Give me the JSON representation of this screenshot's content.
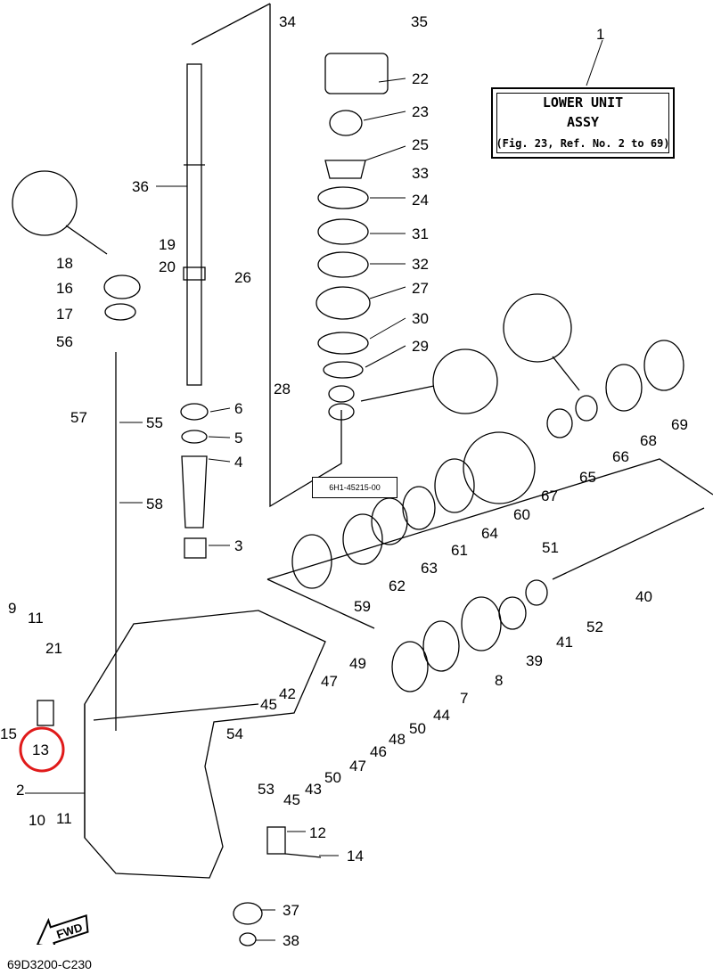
{
  "title_box": {
    "callout": "1",
    "line1": "LOWER UNIT",
    "line2": "ASSY",
    "line3": "(Fig. 23, Ref. No. 2 to 69)"
  },
  "part_label": "6H1-45215-00",
  "fwd_label": "FWD",
  "footer_code": "69D3200-C230",
  "highlight": {
    "callout": "13",
    "color": "#e01a1a"
  },
  "callouts": {
    "n1": "1",
    "n2": "2",
    "n3": "3",
    "n4": "4",
    "n5": "5",
    "n6": "6",
    "n7": "7",
    "n8": "8",
    "n9": "9",
    "n10": "10",
    "n11a": "11",
    "n11b": "11",
    "n12": "12",
    "n13": "13",
    "n14": "14",
    "n15": "15",
    "n16": "16",
    "n17": "17",
    "n18": "18",
    "n19": "19",
    "n20": "20",
    "n21": "21",
    "n22": "22",
    "n23": "23",
    "n24": "24",
    "n25": "25",
    "n26": "26",
    "n27": "27",
    "n28": "28",
    "n29": "29",
    "n30": "30",
    "n31": "31",
    "n32": "32",
    "n33": "33",
    "n34": "34",
    "n35": "35",
    "n36": "36",
    "n37": "37",
    "n38": "38",
    "n39": "39",
    "n40": "40",
    "n41": "41",
    "n42": "42",
    "n43": "43",
    "n44": "44",
    "n45a": "45",
    "n45b": "45",
    "n46": "46",
    "n47a": "47",
    "n47b": "47",
    "n48": "48",
    "n49": "49",
    "n50a": "50",
    "n50b": "50",
    "n51": "51",
    "n52": "52",
    "n53": "53",
    "n54": "54",
    "n55": "55",
    "n56": "56",
    "n57": "57",
    "n58": "58",
    "n59": "59",
    "n60": "60",
    "n61": "61",
    "n62": "62",
    "n63": "63",
    "n64": "64",
    "n65": "65",
    "n66": "66",
    "n67": "67",
    "n68": "68",
    "n69": "69"
  }
}
